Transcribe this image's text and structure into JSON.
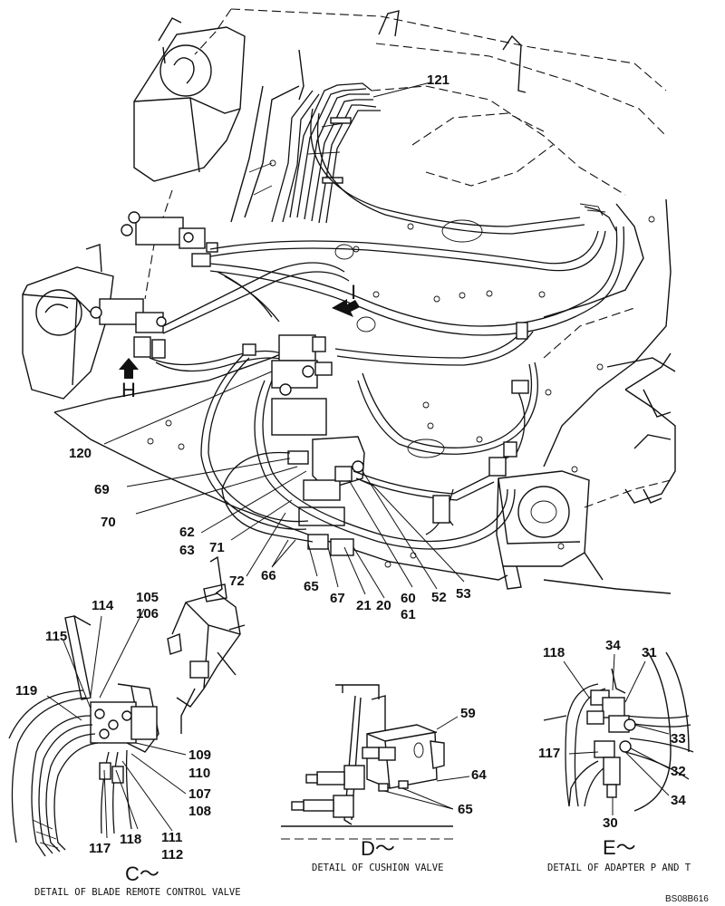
{
  "diagram": {
    "drawing_number": "BS08B616",
    "view_markers": {
      "h": "H",
      "i": "I"
    },
    "part_numbers": {
      "p121": "121",
      "p120": "120",
      "p69": "69",
      "p70": "70",
      "p62": "62",
      "p63": "63",
      "p71": "71",
      "p72": "72",
      "p66": "66",
      "p65": "65",
      "p67": "67",
      "p21": "21",
      "p20": "20",
      "p60": "60",
      "p61": "61",
      "p52": "52",
      "p53": "53"
    },
    "detail_c": {
      "letter": "C～",
      "caption": "DETAIL OF BLADE REMOTE CONTROL VALVE",
      "parts": {
        "p105": "105",
        "p106": "106",
        "p114": "114",
        "p115": "115",
        "p119": "119",
        "p109": "109",
        "p110": "110",
        "p107": "107",
        "p108": "108",
        "p111": "111",
        "p112": "112",
        "p117": "117",
        "p118": "118"
      }
    },
    "detail_d": {
      "letter": "D～",
      "caption": "DETAIL OF CUSHION VALVE",
      "parts": {
        "p59": "59",
        "p64": "64",
        "p65": "65"
      }
    },
    "detail_e": {
      "letter": "E～",
      "caption": "DETAIL OF ADAPTER P AND T",
      "parts": {
        "p118": "118",
        "p34a": "34",
        "p31": "31",
        "p33": "33",
        "p117": "117",
        "p32": "32",
        "p34b": "34",
        "p30": "30"
      }
    }
  }
}
